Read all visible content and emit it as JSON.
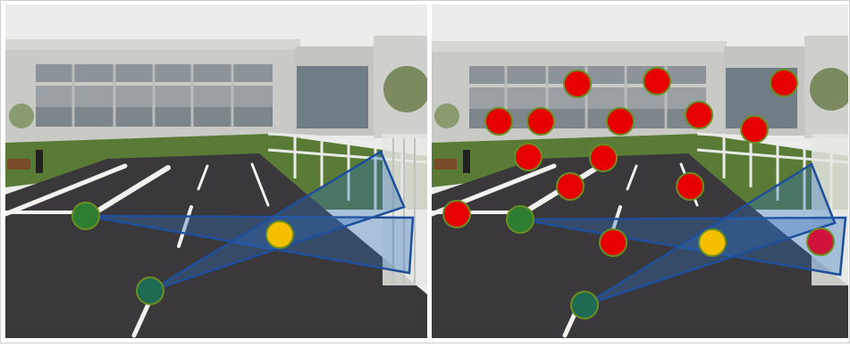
{
  "figure": {
    "panels": [
      {
        "name": "left-panel",
        "scene": "parking-lot-road-with-gate"
      },
      {
        "name": "right-panel",
        "scene": "parking-lot-road-with-gate"
      }
    ]
  },
  "colors": {
    "sky": "#ecedea",
    "building": "#c9cac5",
    "window_band": "#8c949a",
    "glass": "#707d85",
    "road": "#3a383a",
    "grass": "#5a7b35",
    "lane_marking": "#f2f2ee",
    "fence": "#e9ebe8",
    "triangle_stroke": "#1f4f9a",
    "triangle_fill": "#2f6fbf",
    "camera_marker": "#2e7d32",
    "camera_marker_dark": "#1f6a53",
    "target_marker": "#f5c000",
    "red_marker": "#e60000",
    "red_marker_dark": "#d1123b",
    "marker_ring": "#6b8e23"
  },
  "markers": {
    "left": {
      "cameras": 2,
      "targets": 1,
      "red": 0
    },
    "right": {
      "cameras": 2,
      "targets": 1,
      "red": 15
    }
  }
}
